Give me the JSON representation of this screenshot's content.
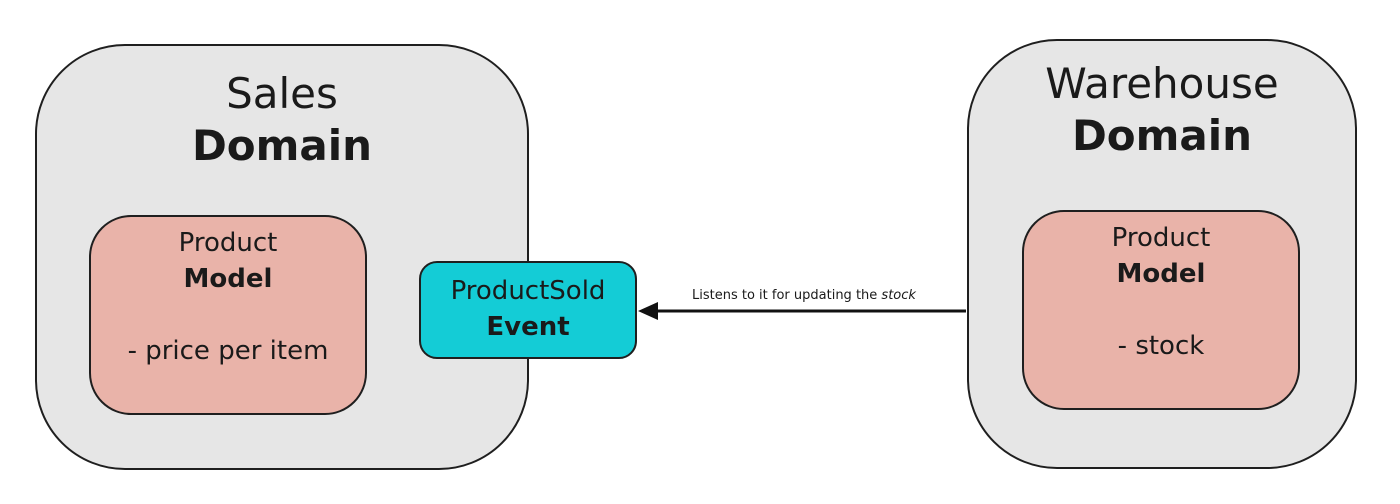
{
  "sales_domain": {
    "name": "Sales",
    "kind": "Domain",
    "model": {
      "name": "Product",
      "kind": "Model",
      "attribute": "- price per item"
    }
  },
  "warehouse_domain": {
    "name": "Warehouse",
    "kind": "Domain",
    "model": {
      "name": "Product",
      "kind": "Model",
      "attribute": "- stock"
    }
  },
  "event": {
    "name": "ProductSold",
    "kind": "Event"
  },
  "connection": {
    "label": "Listens to it for updating the",
    "label_emphasis": "stock"
  },
  "colors": {
    "domain_fill": "#e6e6e6",
    "model_fill": "#e9b3a9",
    "event_fill": "#14ccd6",
    "stroke": "#1f1f1f"
  }
}
